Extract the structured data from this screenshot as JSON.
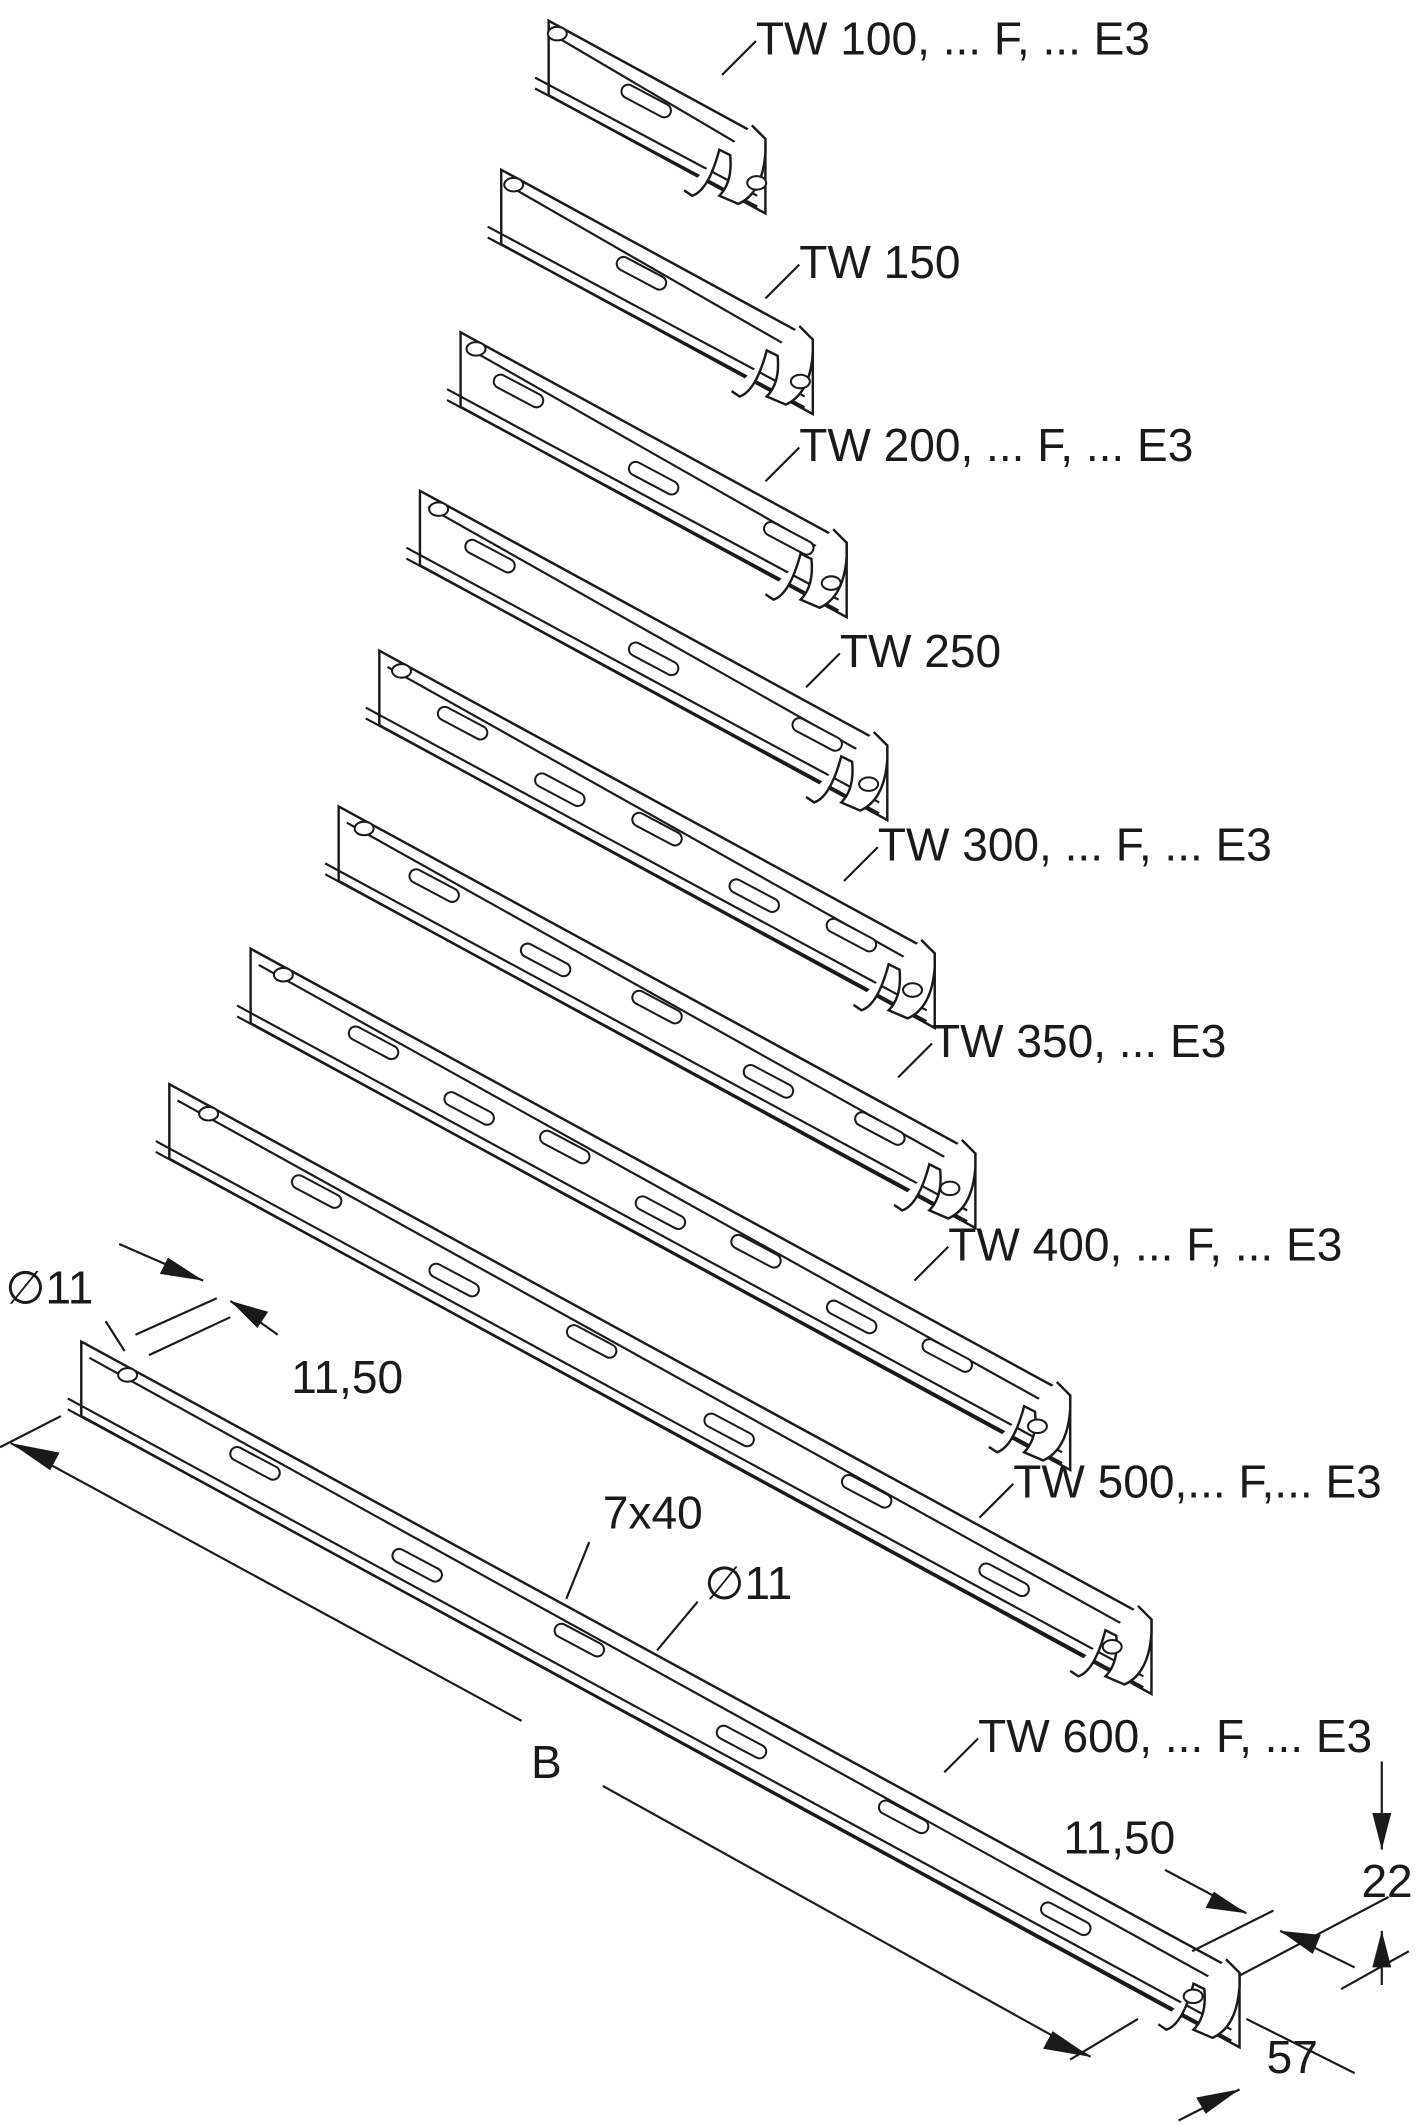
{
  "title": "Wall bracket channel rails TW series",
  "rails": [
    {
      "label": "TW 100, ... F, ... E3",
      "slots": 1
    },
    {
      "label": "TW 150",
      "slots": 1
    },
    {
      "label": "TW 200, ... F, ... E3",
      "slots": 3
    },
    {
      "label": "TW 250",
      "slots": 3
    },
    {
      "label": "TW 300, ... F, ... E3",
      "slots": 5
    },
    {
      "label": "TW 350, ... E3",
      "slots": 5
    },
    {
      "label": "TW 400, ... F, ... E3",
      "slots": 7
    },
    {
      "label": "TW 500,... F,... E3",
      "slots": 6
    },
    {
      "label": "TW 600, ... F, ... E3",
      "slots": 6
    }
  ],
  "dimensions": {
    "hole_diameter_left": "∅11",
    "hole_offset_left": "11,50",
    "slot_size": "7x40",
    "hole_diameter_mid": "∅11",
    "length": "B",
    "hole_offset_right": "11,50",
    "height": "22",
    "width": "57"
  }
}
